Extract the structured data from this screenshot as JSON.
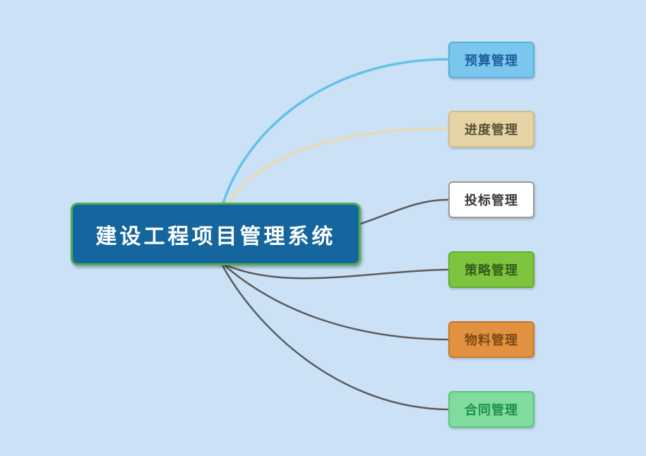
{
  "diagram": {
    "type": "mindmap",
    "background_color": "#cbe1f6",
    "root": {
      "label": "建设工程项目管理系统",
      "fill": "#15669e",
      "border_color": "#4caf50",
      "text_color": "#ffffff"
    },
    "branches": [
      {
        "label": "预算管理",
        "fill": "#79c7ec",
        "text_color": "#1e5c9e",
        "line_color": "#62c2ea"
      },
      {
        "label": "进度管理",
        "fill": "#e7d4a4",
        "text_color": "#585137",
        "line_color": "#edd9a6"
      },
      {
        "label": "投标管理",
        "fill": "#ffffff",
        "text_color": "#3a3a3a",
        "line_color": "#5b5b5b"
      },
      {
        "label": "策略管理",
        "fill": "#7dc53f",
        "text_color": "#355d1a",
        "line_color": "#5b5b5b"
      },
      {
        "label": "物料管理",
        "fill": "#e29140",
        "text_color": "#7d4a14",
        "line_color": "#5b5b5b"
      },
      {
        "label": "合同管理",
        "fill": "#7fdb9e",
        "text_color": "#1f8f4e",
        "line_color": "#5b5b5b"
      }
    ]
  }
}
